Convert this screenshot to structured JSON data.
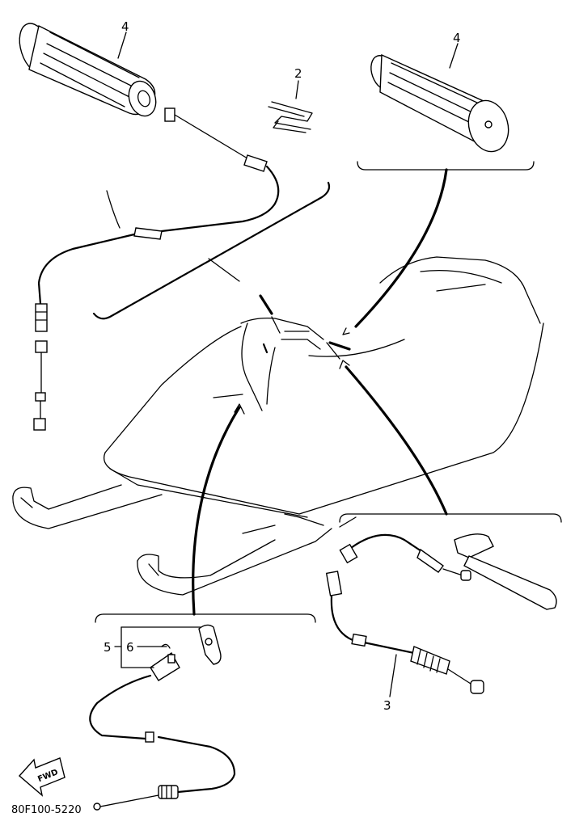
{
  "callouts": {
    "left_grip": "4",
    "right_grip": "4",
    "clip": "2",
    "brake_cable": "3",
    "throttle_item_5": "5",
    "throttle_item_6": "6"
  },
  "fwd_badge": "FWD",
  "drawing_code": "80F100-5220",
  "colors": {
    "line": "#000000",
    "background": "#ffffff"
  }
}
